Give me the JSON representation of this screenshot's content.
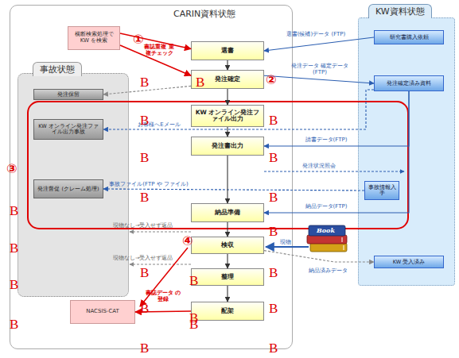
{
  "diagram": {
    "nodes": [
      {
        "text": [
          "CARIN資料状態"
        ]
      },
      {
        "text": [
          "事故状態"
        ],
        "in": 0
      },
      {
        "text": [
          "KW資料状態"
        ]
      },
      {
        "text": [
          "横断検索処理で KW を検索"
        ],
        "in": 0
      },
      {
        "text": [
          "選書"
        ],
        "in": 0
      },
      {
        "text": [
          "発注確定"
        ],
        "in": 0
      },
      {
        "text": [
          "KW オンライン発注ファイル出力"
        ],
        "in": 0
      },
      {
        "text": [
          "発注書出力"
        ],
        "in": 0
      },
      {
        "text": [
          "納品準備"
        ],
        "in": 0
      },
      {
        "text": [
          "検収"
        ],
        "in": 0
      },
      {
        "text": [
          "整理"
        ],
        "in": 0
      },
      {
        "text": [
          "配架"
        ],
        "in": 0
      },
      {
        "text": [
          "発注保留"
        ],
        "in": 1
      },
      {
        "text": [
          "KW オンライン発注ファイル出力事故"
        ],
        "in": 1
      },
      {
        "text": [
          "発注督促 (クレーム処理)"
        ],
        "in": 1
      },
      {
        "text": [
          "NACSIS-CAT"
        ],
        "in": 0
      },
      {
        "text": [
          "研究書購入依頼"
        ],
        "in": 2
      },
      {
        "text": [
          "発注確定済み資料"
        ],
        "in": 2
      },
      {
        "text": [
          "事故情報入手"
        ],
        "in": 2
      },
      {
        "text": [
          "KW 受入済み"
        ],
        "in": 2
      }
    ],
    "edges": [
      {
        "from": 3,
        "to": 4,
        "arrow": "to"
      },
      {
        "from": 3,
        "to": 5,
        "arrow": "to"
      },
      {
        "from": 16,
        "to": 4,
        "label": "選書(候補)データ (FTP)",
        "arrow": "to"
      },
      {
        "from": 4,
        "to": 5,
        "arrow": "to"
      },
      {
        "from": 5,
        "to": 17,
        "label": "発注データ 確定データ (FTP)",
        "arrow": "to"
      },
      {
        "from": 5,
        "to": 12,
        "arrow": "to"
      },
      {
        "from": 5,
        "to": 6,
        "arrow": "to"
      },
      {
        "from": 17,
        "to": 13,
        "label": "お客様へEメール",
        "arrow": "to"
      },
      {
        "from": 6,
        "to": 7,
        "arrow": "to"
      },
      {
        "from": 17,
        "to": 7,
        "label": "請書データ(FTP)",
        "arrow": "to"
      },
      {
        "from": 18,
        "to": 14,
        "label": "事故ファイル(FTP や ファイル)",
        "arrow": "to"
      },
      {
        "from": 17,
        "to": 8,
        "label": "納品データ(FTP)",
        "arrow": "to"
      },
      {
        "from": 7,
        "to": 8,
        "arrow": "to"
      },
      {
        "from": 8,
        "to": 9,
        "arrow": "to"
      },
      {
        "from": 9,
        "to": 10,
        "arrow": "to"
      },
      {
        "from": 10,
        "to": 11,
        "arrow": "to"
      },
      {
        "from": 9,
        "to": 19,
        "label": "納品済みデータ",
        "arrow": "to"
      },
      {
        "from": 11,
        "to": 15,
        "arrow": "to"
      }
    ],
    "labels": [
      "①",
      "書誌重複 重複チェック",
      "②",
      "③",
      "④",
      "書誌データ の登録",
      "発注状況照会",
      "現物なし→受入せず返品",
      "現物なし→受入せず返品",
      "現物",
      "Book",
      "B",
      "B",
      "B",
      "B",
      "B",
      "B",
      "B",
      "B",
      "B",
      "B",
      "B",
      "B",
      "B",
      "B",
      "B",
      "B",
      "B",
      "B",
      "B",
      "B",
      "B",
      "B"
    ]
  }
}
